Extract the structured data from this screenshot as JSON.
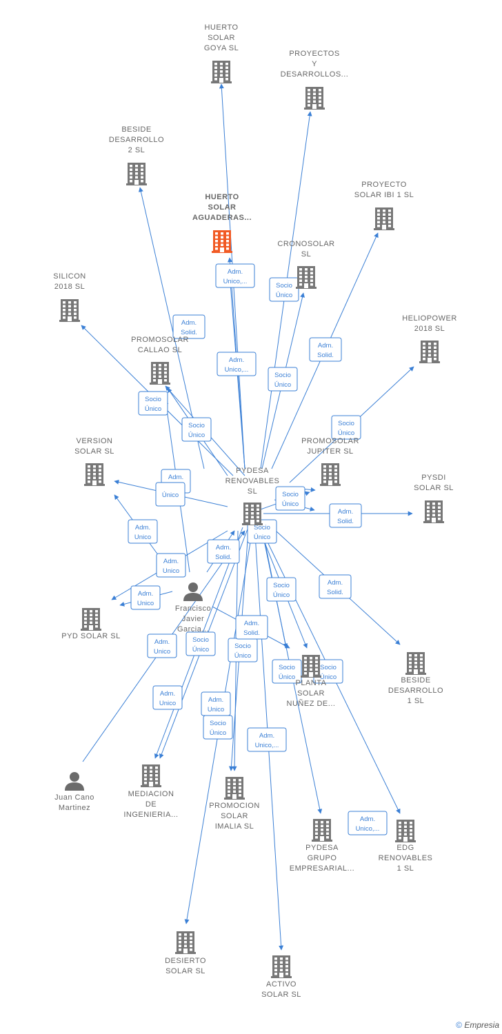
{
  "colors": {
    "edge": "#3a7fd5",
    "node": "#777777",
    "highlight": "#f15a24",
    "label": "#666666"
  },
  "nodes": [
    {
      "id": "huerto_goya",
      "kind": "company",
      "icon": "building-icon",
      "lines": [
        "HUERTO",
        "SOLAR",
        "GOYA  SL"
      ]
    },
    {
      "id": "proyectos",
      "kind": "company",
      "icon": "building-icon",
      "lines": [
        "PROYECTOS",
        "Y",
        "DESARROLLOS..."
      ]
    },
    {
      "id": "beside2",
      "kind": "company",
      "icon": "building-icon",
      "lines": [
        "BESIDE",
        "DESARROLLO",
        "2  SL"
      ]
    },
    {
      "id": "huerto_aguaderas",
      "kind": "company",
      "highlight": true,
      "icon": "building-icon",
      "lines": [
        "HUERTO",
        "SOLAR",
        "AGUADERAS..."
      ]
    },
    {
      "id": "proyecto_ibi",
      "kind": "company",
      "icon": "building-icon",
      "lines": [
        "PROYECTO",
        "SOLAR IBI 1  SL"
      ]
    },
    {
      "id": "cronosolar",
      "kind": "company",
      "icon": "building-icon",
      "lines": [
        "CRONOSOLAR",
        "SL"
      ]
    },
    {
      "id": "silicon",
      "kind": "company",
      "icon": "building-icon",
      "lines": [
        "SILICON",
        "2018  SL"
      ]
    },
    {
      "id": "heliopower",
      "kind": "company",
      "icon": "building-icon",
      "lines": [
        "HELIOPOWER",
        "2018  SL"
      ]
    },
    {
      "id": "promosolar_callao",
      "kind": "company",
      "icon": "building-icon",
      "lines": [
        "PROMOSOLAR",
        "CALLAO  SL"
      ]
    },
    {
      "id": "version_solar",
      "kind": "company",
      "icon": "building-icon",
      "lines": [
        "VERSION",
        "SOLAR  SL"
      ]
    },
    {
      "id": "pydesa_renovables",
      "kind": "company",
      "icon": "building-icon",
      "lines": [
        "PYDESA",
        "RENOVABLES",
        "SL"
      ]
    },
    {
      "id": "promosolar_jupiter",
      "kind": "company",
      "icon": "building-icon",
      "lines": [
        "PROMOSOLAR",
        "JUPITER  SL"
      ]
    },
    {
      "id": "pysdi",
      "kind": "company",
      "icon": "building-icon",
      "lines": [
        "PYSDI",
        "SOLAR  SL"
      ]
    },
    {
      "id": "francisco",
      "kind": "person",
      "icon": "person-icon",
      "lines": [
        "Francisco",
        "Javier",
        "Garcia..."
      ]
    },
    {
      "id": "pyd_solar",
      "kind": "company",
      "icon": "building-icon",
      "lines": [
        "PYD SOLAR  SL"
      ]
    },
    {
      "id": "beside1",
      "kind": "company",
      "icon": "building-icon",
      "lines": [
        "BESIDE",
        "DESARROLLO",
        "1  SL"
      ]
    },
    {
      "id": "planta_solar",
      "kind": "company",
      "icon": "building-icon",
      "lines": [
        "PLANTA",
        "SOLAR",
        "NUÑEZ DE..."
      ]
    },
    {
      "id": "juan_cano",
      "kind": "person",
      "icon": "person-icon",
      "lines": [
        "Juan Cano",
        "Martinez"
      ]
    },
    {
      "id": "mediacion",
      "kind": "company",
      "icon": "building-icon",
      "lines": [
        "MEDIACION",
        "DE",
        "INGENIERIA..."
      ]
    },
    {
      "id": "promocion_imalia",
      "kind": "company",
      "icon": "building-icon",
      "lines": [
        "PROMOCION",
        "SOLAR",
        "IMALIA  SL"
      ]
    },
    {
      "id": "pydesa_grupo",
      "kind": "company",
      "icon": "building-icon",
      "lines": [
        "PYDESA",
        "GRUPO",
        "EMPRESARIAL..."
      ]
    },
    {
      "id": "edg",
      "kind": "company",
      "icon": "building-icon",
      "lines": [
        "EDG",
        "RENOVABLES",
        "1  SL"
      ]
    },
    {
      "id": "desierto",
      "kind": "company",
      "icon": "building-icon",
      "lines": [
        "DESIERTO",
        "SOLAR  SL"
      ]
    },
    {
      "id": "activo",
      "kind": "company",
      "icon": "building-icon",
      "lines": [
        "ACTIVO",
        "SOLAR  SL"
      ]
    }
  ],
  "badges": [
    {
      "lines": [
        "Adm.",
        "Unico,..."
      ]
    },
    {
      "lines": [
        "Socio",
        "Único"
      ]
    },
    {
      "lines": [
        "Adm.",
        "Solid."
      ]
    },
    {
      "lines": [
        "Adm.",
        "Unico,..."
      ]
    },
    {
      "lines": [
        "Socio",
        "Único"
      ]
    },
    {
      "lines": [
        "Adm.",
        "Solid."
      ]
    },
    {
      "lines": [
        "Socio",
        "Único"
      ]
    },
    {
      "lines": [
        "Socio",
        "Único"
      ]
    },
    {
      "lines": [
        "Socio",
        "Único"
      ]
    },
    {
      "lines": [
        "Adm.",
        "Unico"
      ]
    },
    {
      "lines": [
        "Único"
      ]
    },
    {
      "lines": [
        "Socio",
        "Único"
      ]
    },
    {
      "lines": [
        "Adm.",
        "Solid."
      ]
    },
    {
      "lines": [
        "Adm.",
        "Unico"
      ]
    },
    {
      "lines": [
        "Adm.",
        "Solid."
      ]
    },
    {
      "lines": [
        "Adm.",
        "Unico"
      ]
    },
    {
      "lines": [
        "Socio",
        "Único"
      ]
    },
    {
      "lines": [
        "Socio",
        "Único"
      ]
    },
    {
      "lines": [
        "Adm.",
        "Unico"
      ]
    },
    {
      "lines": [
        "Adm.",
        "Solid."
      ]
    },
    {
      "lines": [
        "Adm.",
        "Unico"
      ]
    },
    {
      "lines": [
        "Socio",
        "Único"
      ]
    },
    {
      "lines": [
        "Socio",
        "Único"
      ]
    },
    {
      "lines": [
        "Socio",
        "Único"
      ]
    },
    {
      "lines": [
        "Socio",
        "Único"
      ]
    },
    {
      "lines": [
        "Adm.",
        "Solid."
      ]
    },
    {
      "lines": [
        "Adm.",
        "Unico"
      ]
    },
    {
      "lines": [
        "Adm.",
        "Unico"
      ]
    },
    {
      "lines": [
        "Socio",
        "Único"
      ]
    },
    {
      "lines": [
        "Adm.",
        "Unico,..."
      ]
    },
    {
      "lines": [
        "Adm.",
        "Unico,..."
      ]
    }
  ],
  "footer": {
    "copyright": "©",
    "brand": "Empresia"
  }
}
